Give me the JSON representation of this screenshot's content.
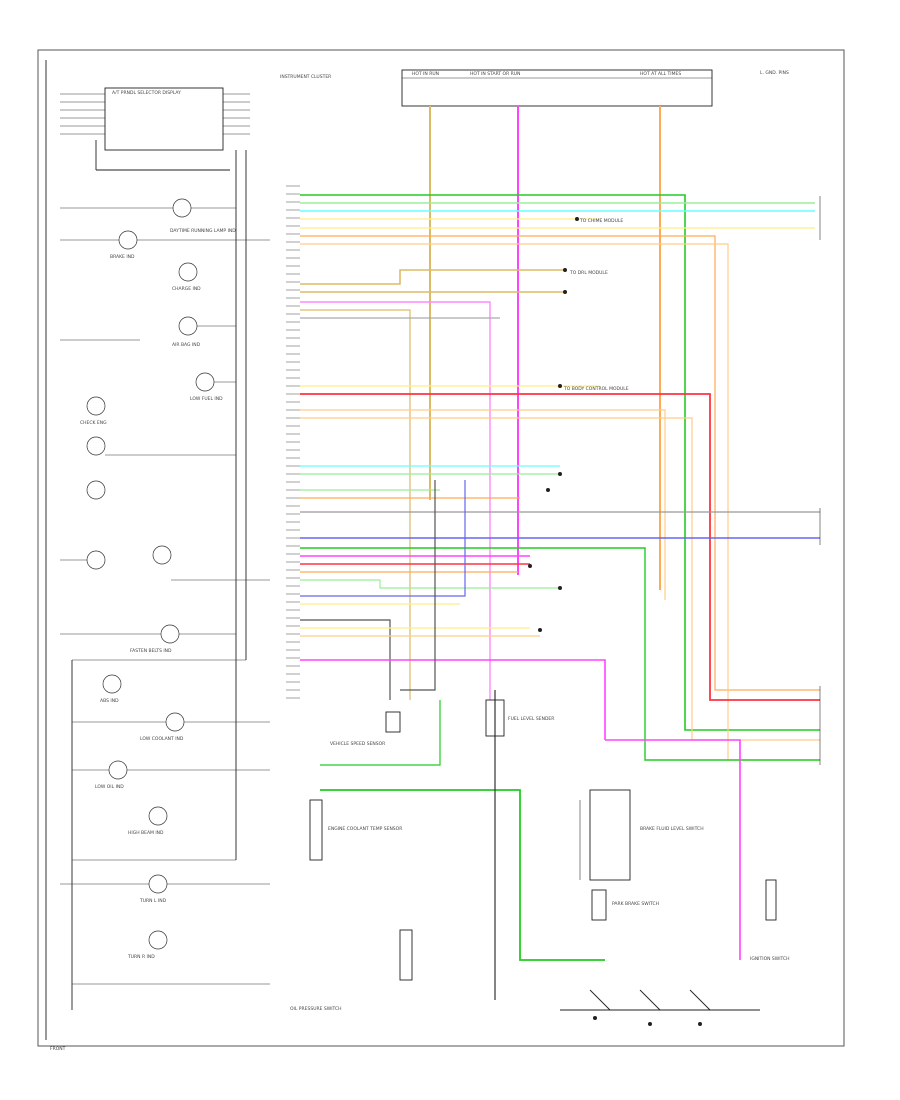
{
  "header": {
    "top_box_left": "HOT IN RUN",
    "top_box_mid": "HOT IN START OR RUN",
    "top_box_right": "HOT AT ALL TIMES",
    "top_right_note": "L. GND. PINS",
    "cluster_label": "INSTRUMENT CLUSTER"
  },
  "footer": {
    "left_note": "FRONT"
  },
  "colors": {
    "green": "#22cc22",
    "light_green": "#99ee99",
    "cyan": "#66ffff",
    "pink": "#ff44ff",
    "red": "#ff3344",
    "orange": "#ffaa55",
    "tan": "#ddbb66",
    "yellow": "#ffee88",
    "blue": "#6666ee",
    "black": "#222222"
  },
  "labels": {
    "cluster_top": "A/T PRNDL SELECTOR DISPLAY",
    "daytime": "DAYTIME RUNNING LAMP IND",
    "brake_ind": "BRAKE IND",
    "charge_ind": "CHARGE IND",
    "airbag_ind": "AIR BAG IND",
    "low_fuel": "LOW FUEL IND",
    "check_engine": "CHECK ENG",
    "fasten_belts": "FASTEN BELTS IND",
    "abs_ind": "ABS IND",
    "low_coolant": "LOW COOLANT IND",
    "low_oil": "LOW OIL IND",
    "high_beam": "HIGH BEAM IND",
    "turn_left": "TURN L IND",
    "turn_right": "TURN R IND",
    "speed_sensor": "VEHICLE SPEED SENSOR",
    "fuel_sender": "FUEL LEVEL SENDER",
    "oil_pressure": "OIL PRESSURE SWITCH",
    "ignition_switch": "IGNITION SWITCH",
    "brake_fluid": "BRAKE FLUID LEVEL SWITCH",
    "park_brake": "PARK BRAKE SWITCH",
    "coolant_temp": "ENGINE COOLANT TEMP SENSOR",
    "right_info": "TO CHIME MODULE",
    "right_info2": "TO DRL MODULE",
    "right_info3": "TO BODY CONTROL MODULE"
  }
}
